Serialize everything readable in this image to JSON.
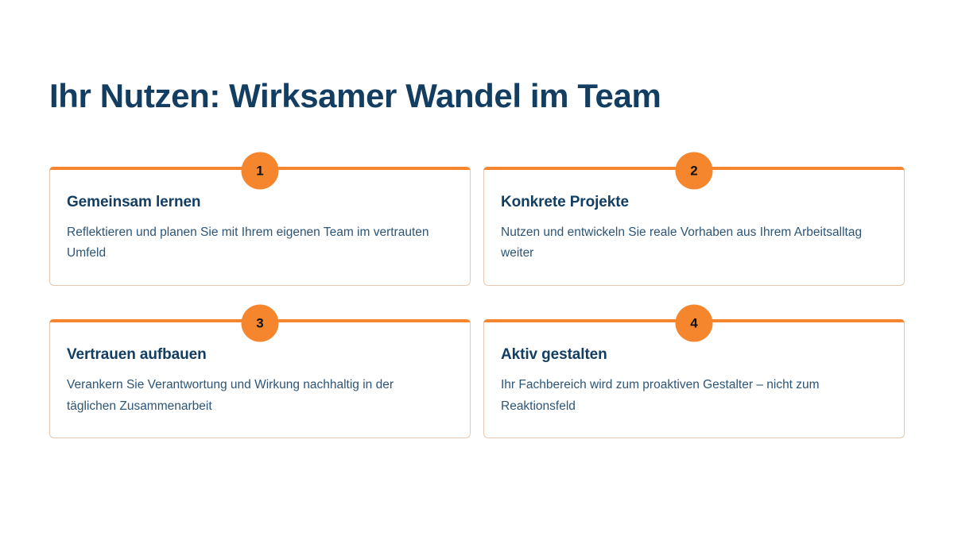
{
  "slide": {
    "title": "Ihr Nutzen: Wirksamer Wandel im Team",
    "background_color": "#ffffff",
    "accent_color": "#f5862e",
    "title_color": "#133e62",
    "body_text_color": "#2d5575",
    "card_border_color": "#e5c8b1",
    "badge_number_color": "#111111"
  },
  "cards": [
    {
      "number": "1",
      "heading": "Gemeinsam lernen",
      "text": "Reflektieren und planen Sie mit Ihrem eigenen Team im vertrauten Umfeld"
    },
    {
      "number": "2",
      "heading": "Konkrete Projekte",
      "text": "Nutzen und entwickeln Sie reale Vorhaben aus Ihrem Arbeitsalltag weiter"
    },
    {
      "number": "3",
      "heading": "Vertrauen aufbauen",
      "text": "Verankern Sie Verantwortung und Wirkung nachhaltig in der täglichen Zusammenarbeit"
    },
    {
      "number": "4",
      "heading": "Aktiv gestalten",
      "text": "Ihr Fachbereich wird zum proaktiven Gestalter – nicht zum Reaktionsfeld"
    }
  ]
}
